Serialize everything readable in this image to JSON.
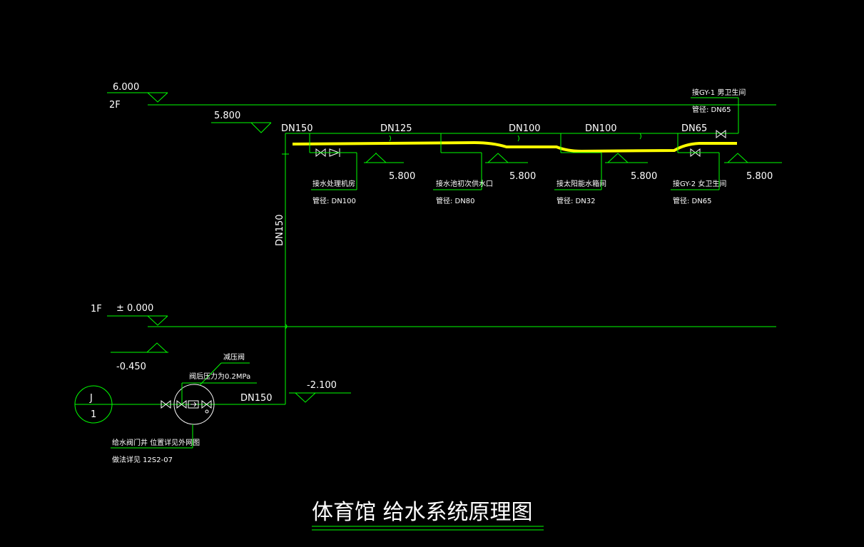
{
  "drawing": {
    "title": "体育馆    给水系统原理图",
    "colors": {
      "background": "#000000",
      "line": "#00ff00",
      "text": "#ffffff",
      "highlight": "#ffff00"
    }
  },
  "levels": {
    "f2_elev": "6.000",
    "f2_label": "2F",
    "pipe_elev": "5.800",
    "f1_label": "1F",
    "f1_elev": "± 0.000",
    "ground_elev": "-0.450",
    "buried_elev": "-2.100"
  },
  "pipe_sizes": {
    "dn150_top": "DN150",
    "dn125": "DN125",
    "dn100_a": "DN100",
    "dn100_b": "DN100",
    "dn65": "DN65",
    "riser": "DN150",
    "inlet": "DN150"
  },
  "branches": [
    {
      "name": "接水处理机房",
      "size": "管径: DN100",
      "elev": "5.800"
    },
    {
      "name": "接水池初次供水口",
      "size": "管径: DN80",
      "elev": "5.800"
    },
    {
      "name": "接太阳能水箱间",
      "size": "管径: DN32",
      "elev": "5.800"
    },
    {
      "name": "接GY-2  女卫生间",
      "size": "管径: DN65",
      "elev": "5.800"
    }
  ],
  "top_branch": {
    "name": "接GY-1  男卫生间",
    "size": "管径: DN65"
  },
  "inlet": {
    "well_letter": "J",
    "well_number": "1",
    "valve_label": "减压阀",
    "pressure_note": "阀后压力为0.2MPa",
    "well_note": "给水阀门井  位置详见外网图",
    "detail_note": "做法详见 12S2-07"
  }
}
